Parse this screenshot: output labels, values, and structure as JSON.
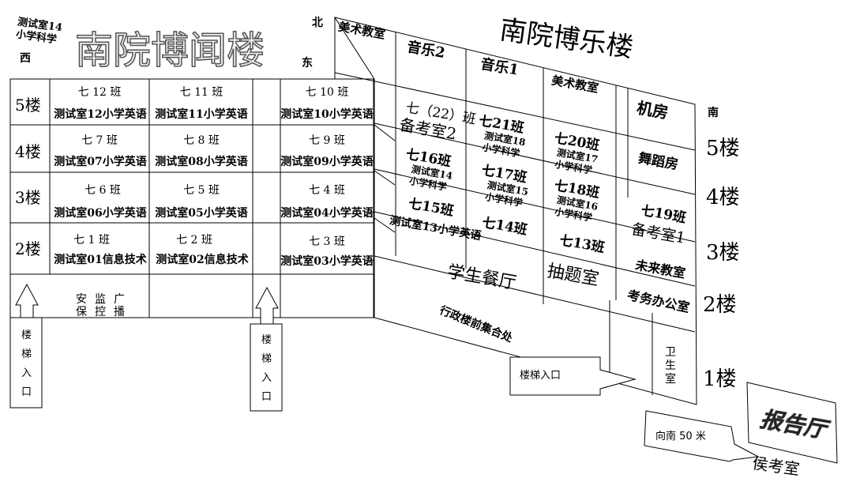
{
  "west_building": {
    "title": "南院博闻楼",
    "direction_west": "西",
    "note_line1": "测试室14",
    "note_line2": "小学科学",
    "floors": [
      "5楼",
      "4楼",
      "3楼",
      "2楼"
    ],
    "rooms": [
      {
        "class": "七 12 班",
        "exam": "测试室12小学英语"
      },
      {
        "class": "七 11 班",
        "exam": "测试室11小学英语"
      },
      {
        "class": "七 10 班",
        "exam": "测试室10小学英语"
      },
      {
        "class": "七 7 班",
        "exam": "测试室07小学英语"
      },
      {
        "class": "七 8 班",
        "exam": "测试室08小学英语"
      },
      {
        "class": "七 9 班",
        "exam": "测试室09小学英语"
      },
      {
        "class": "七 6 班",
        "exam": "测试室06小学英语"
      },
      {
        "class": "七 5 班",
        "exam": "测试室05小学英语"
      },
      {
        "class": "七 4 班",
        "exam": "测试室04小学英语"
      },
      {
        "class": "七 1 班",
        "exam": "测试室01信息技术"
      },
      {
        "class": "七 2 班",
        "exam": "测试室02信息技术"
      },
      {
        "class": "七 3 班",
        "exam": "测试室03小学英语"
      }
    ],
    "ground_left": [
      "安",
      "保"
    ],
    "ground_mid": [
      "监",
      "控"
    ],
    "ground_right": [
      "广",
      "播"
    ],
    "stair_label": "楼梯入口"
  },
  "east_building": {
    "title": "南院博乐楼",
    "direction_north": "北",
    "direction_east": "东",
    "direction_south": "南",
    "top_row": [
      "美术教室",
      "音乐2",
      "音乐1",
      "美术教室",
      "机房"
    ],
    "floors": [
      "5楼",
      "4楼",
      "3楼",
      "2楼",
      "1楼"
    ],
    "rooms": {
      "r22_class": "七（22）班",
      "r22_sub": "备考室2",
      "r21_class": "七21班",
      "r21_sub1": "测试室18",
      "r21_sub2": "小学科学",
      "r20_class": "七20班",
      "r20_sub1": "测试室17",
      "r20_sub2": "小学科学",
      "r16_class": "七16班",
      "r16_sub1": "测试室14",
      "r16_sub2": "小学科学",
      "r17_class": "七17班",
      "r17_sub1": "测试室15",
      "r17_sub2": "小学科学",
      "r18_class": "七18班",
      "r18_sub1": "测试室16",
      "r18_sub2": "小学科学",
      "dance": "舞蹈房",
      "r15_class": "七15班",
      "r15_sub": "测试室13小学英语",
      "r14_class": "七14班",
      "r13_class": "七13班",
      "r19_class": "七19班",
      "r19_sub": "备考室1",
      "future": "未来教室",
      "exam_office": "考务办公室",
      "canteen": "学生餐厅",
      "draw_room": "抽题室",
      "admin_gather": "行政楼前集合处",
      "toilet": [
        "卫",
        "生",
        "室"
      ],
      "stair_label": "楼梯入口"
    }
  },
  "south_area": {
    "direction_text": "向南 50 米",
    "hall": "报告厅",
    "waiting_room": "侯考室"
  }
}
